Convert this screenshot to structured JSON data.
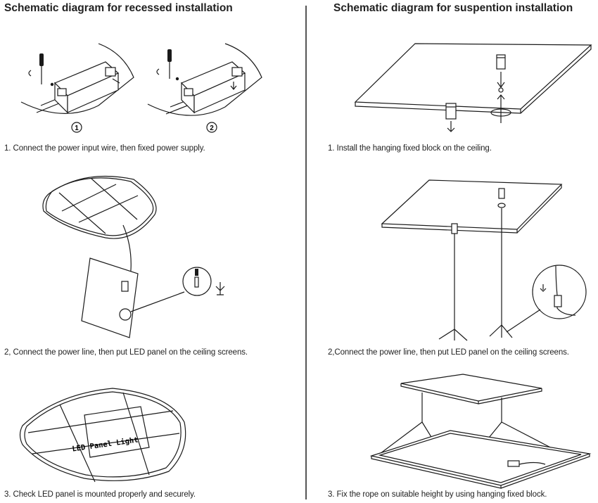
{
  "left": {
    "title": "Schematic diagram for recessed installation",
    "steps": [
      "1. Connect the power input wire, then fixed power supply.",
      "2, Connect the power line, then put LED panel on the ceiling screens.",
      "3. Check LED panel is mounted properly and securely."
    ],
    "step1_badges": [
      "1",
      "2"
    ],
    "panel_label": "LED Panel Light"
  },
  "right": {
    "title": "Schematic diagram for suspention installation",
    "steps": [
      "1. Install the hanging fixed block on the ceiling.",
      "2,Connect the power line, then put LED panel on the ceiling screens.",
      "3. Fix the rope on suitable height by using hanging fixed block."
    ]
  }
}
